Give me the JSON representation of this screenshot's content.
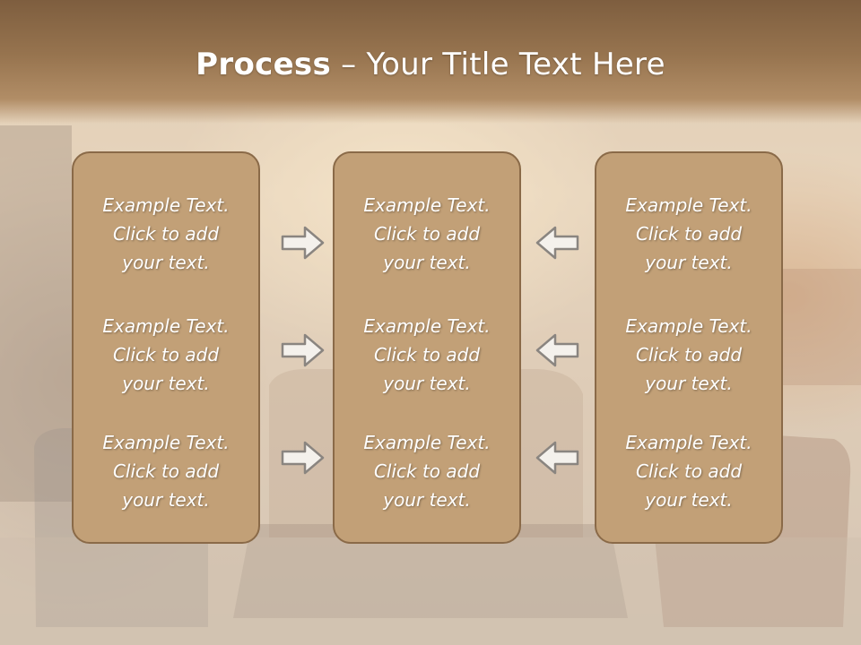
{
  "slide": {
    "title_bold": "Process",
    "title_rest": " – Your Title Text Here"
  },
  "columns": [
    {
      "items": [
        {
          "line1": "Example Text.",
          "line2": "Click  to add",
          "line3": "your text."
        },
        {
          "line1": "Example Text.",
          "line2": "Click  to add",
          "line3": "your text."
        },
        {
          "line1": "Example Text.",
          "line2": "Click  to add",
          "line3": "your text."
        }
      ]
    },
    {
      "items": [
        {
          "line1": "Example Text.",
          "line2": "Click  to add",
          "line3": "your text."
        },
        {
          "line1": "Example Text.",
          "line2": "Click  to add",
          "line3": "your text."
        },
        {
          "line1": "Example Text.",
          "line2": "Click  to add",
          "line3": "your text."
        }
      ]
    },
    {
      "items": [
        {
          "line1": "Example Text.",
          "line2": "Click  to add",
          "line3": "your text."
        },
        {
          "line1": "Example Text.",
          "line2": "Click  to add",
          "line3": "your text."
        },
        {
          "line1": "Example Text.",
          "line2": "Click  to add",
          "line3": "your text."
        }
      ]
    }
  ],
  "arrows": {
    "left_group": [
      "arrow-right-icon",
      "arrow-right-icon",
      "arrow-right-icon"
    ],
    "right_group": [
      "arrow-left-icon",
      "arrow-left-icon",
      "arrow-left-icon"
    ]
  },
  "colors": {
    "header": "#97744f",
    "box_fill": "#c2a077",
    "box_border": "#8a6a48",
    "text": "#ffffff"
  }
}
